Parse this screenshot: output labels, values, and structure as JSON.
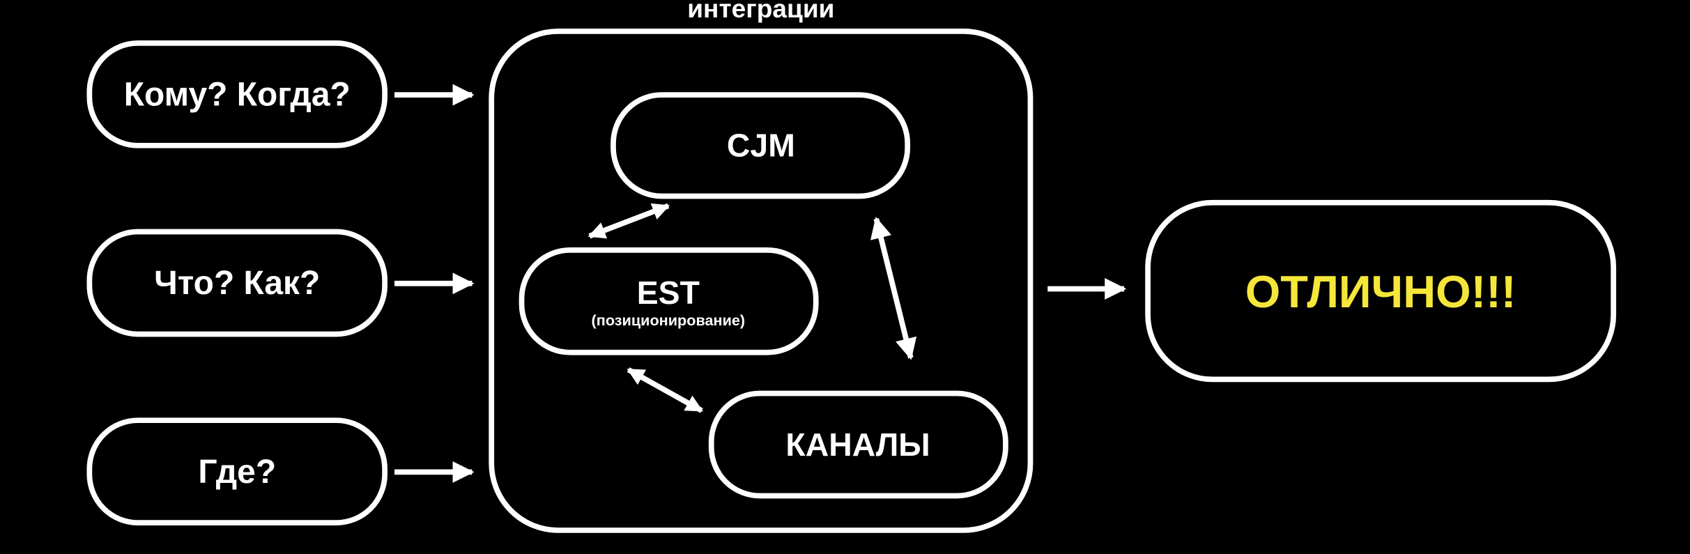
{
  "diagram": {
    "title": "интеграции",
    "inputs": [
      {
        "label": "Кому? Когда?"
      },
      {
        "label": "Что? Как?"
      },
      {
        "label": "Где?"
      }
    ],
    "core": {
      "cjm": "CJM",
      "est": "EST",
      "est_sub": "(позиционирование)",
      "channels": "КАНАЛЫ"
    },
    "result": {
      "label": "ОТЛИЧНО!!!",
      "color": "#f5e63a"
    },
    "colors": {
      "background": "#000000",
      "stroke": "#ffffff"
    }
  }
}
